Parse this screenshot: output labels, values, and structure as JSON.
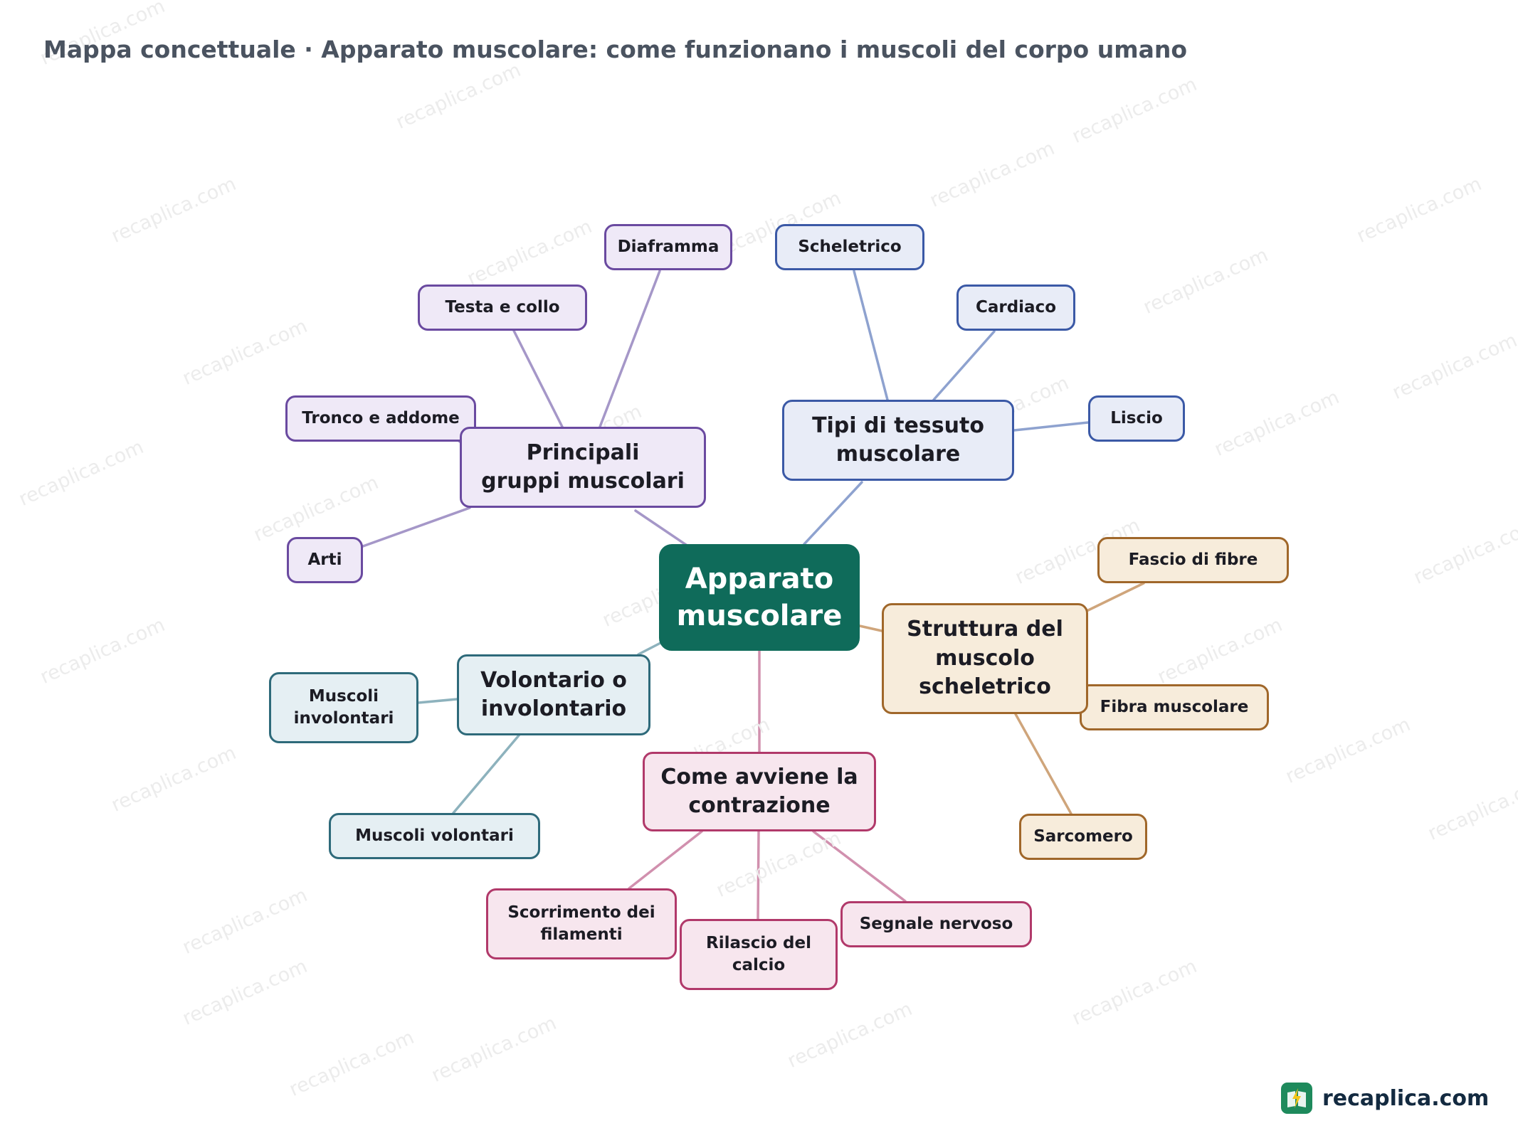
{
  "title": "Mappa concettuale · Apparato muscolare: come funzionano i muscoli del corpo umano",
  "root": {
    "id": "root",
    "label": "Apparato\nmuscolare"
  },
  "branches": [
    {
      "id": "gruppi",
      "label": "Principali\ngruppi muscolari",
      "border": "#6a4aa0",
      "fill": "#efe9f7",
      "edge": "#a597c8",
      "leaves": [
        {
          "id": "diaframma",
          "label": "Diaframma"
        },
        {
          "id": "testa",
          "label": "Testa e collo"
        },
        {
          "id": "tronco",
          "label": "Tronco e addome"
        },
        {
          "id": "arti",
          "label": "Arti"
        }
      ]
    },
    {
      "id": "tessuto",
      "label": "Tipi di tessuto\nmuscolare",
      "border": "#3b59a6",
      "fill": "#e8ecf7",
      "edge": "#8ea2cf",
      "leaves": [
        {
          "id": "scheletrico",
          "label": "Scheletrico"
        },
        {
          "id": "cardiaco",
          "label": "Cardiaco"
        },
        {
          "id": "liscio",
          "label": "Liscio"
        }
      ]
    },
    {
      "id": "struttura",
      "label": "Struttura del\nmuscolo\nscheletrico",
      "border": "#a0672a",
      "fill": "#f7ecdb",
      "edge": "#cfa57b",
      "leaves": [
        {
          "id": "fascio",
          "label": "Fascio di fibre"
        },
        {
          "id": "fibra",
          "label": "Fibra muscolare"
        },
        {
          "id": "sarcomero",
          "label": "Sarcomero"
        }
      ]
    },
    {
      "id": "contrazione",
      "label": "Come avviene la\ncontrazione",
      "border": "#b1396a",
      "fill": "#f7e6ee",
      "edge": "#d190ae",
      "leaves": [
        {
          "id": "scorrimento",
          "label": "Scorrimento dei\nfilamenti"
        },
        {
          "id": "rilascio",
          "label": "Rilascio del\ncalcio"
        },
        {
          "id": "segnale",
          "label": "Segnale nervoso"
        }
      ]
    },
    {
      "id": "volontario",
      "label": "Volontario o\ninvolontario",
      "border": "#2e6a7a",
      "fill": "#e5eff3",
      "edge": "#8db2bd",
      "leaves": [
        {
          "id": "involontari",
          "label": "Muscoli\ninvolontari"
        },
        {
          "id": "volontari",
          "label": "Muscoli volontari"
        }
      ]
    }
  ],
  "watermark": "recaplica.com",
  "brand": {
    "name": "recaplica.com",
    "icon": "bolt-book-icon"
  }
}
